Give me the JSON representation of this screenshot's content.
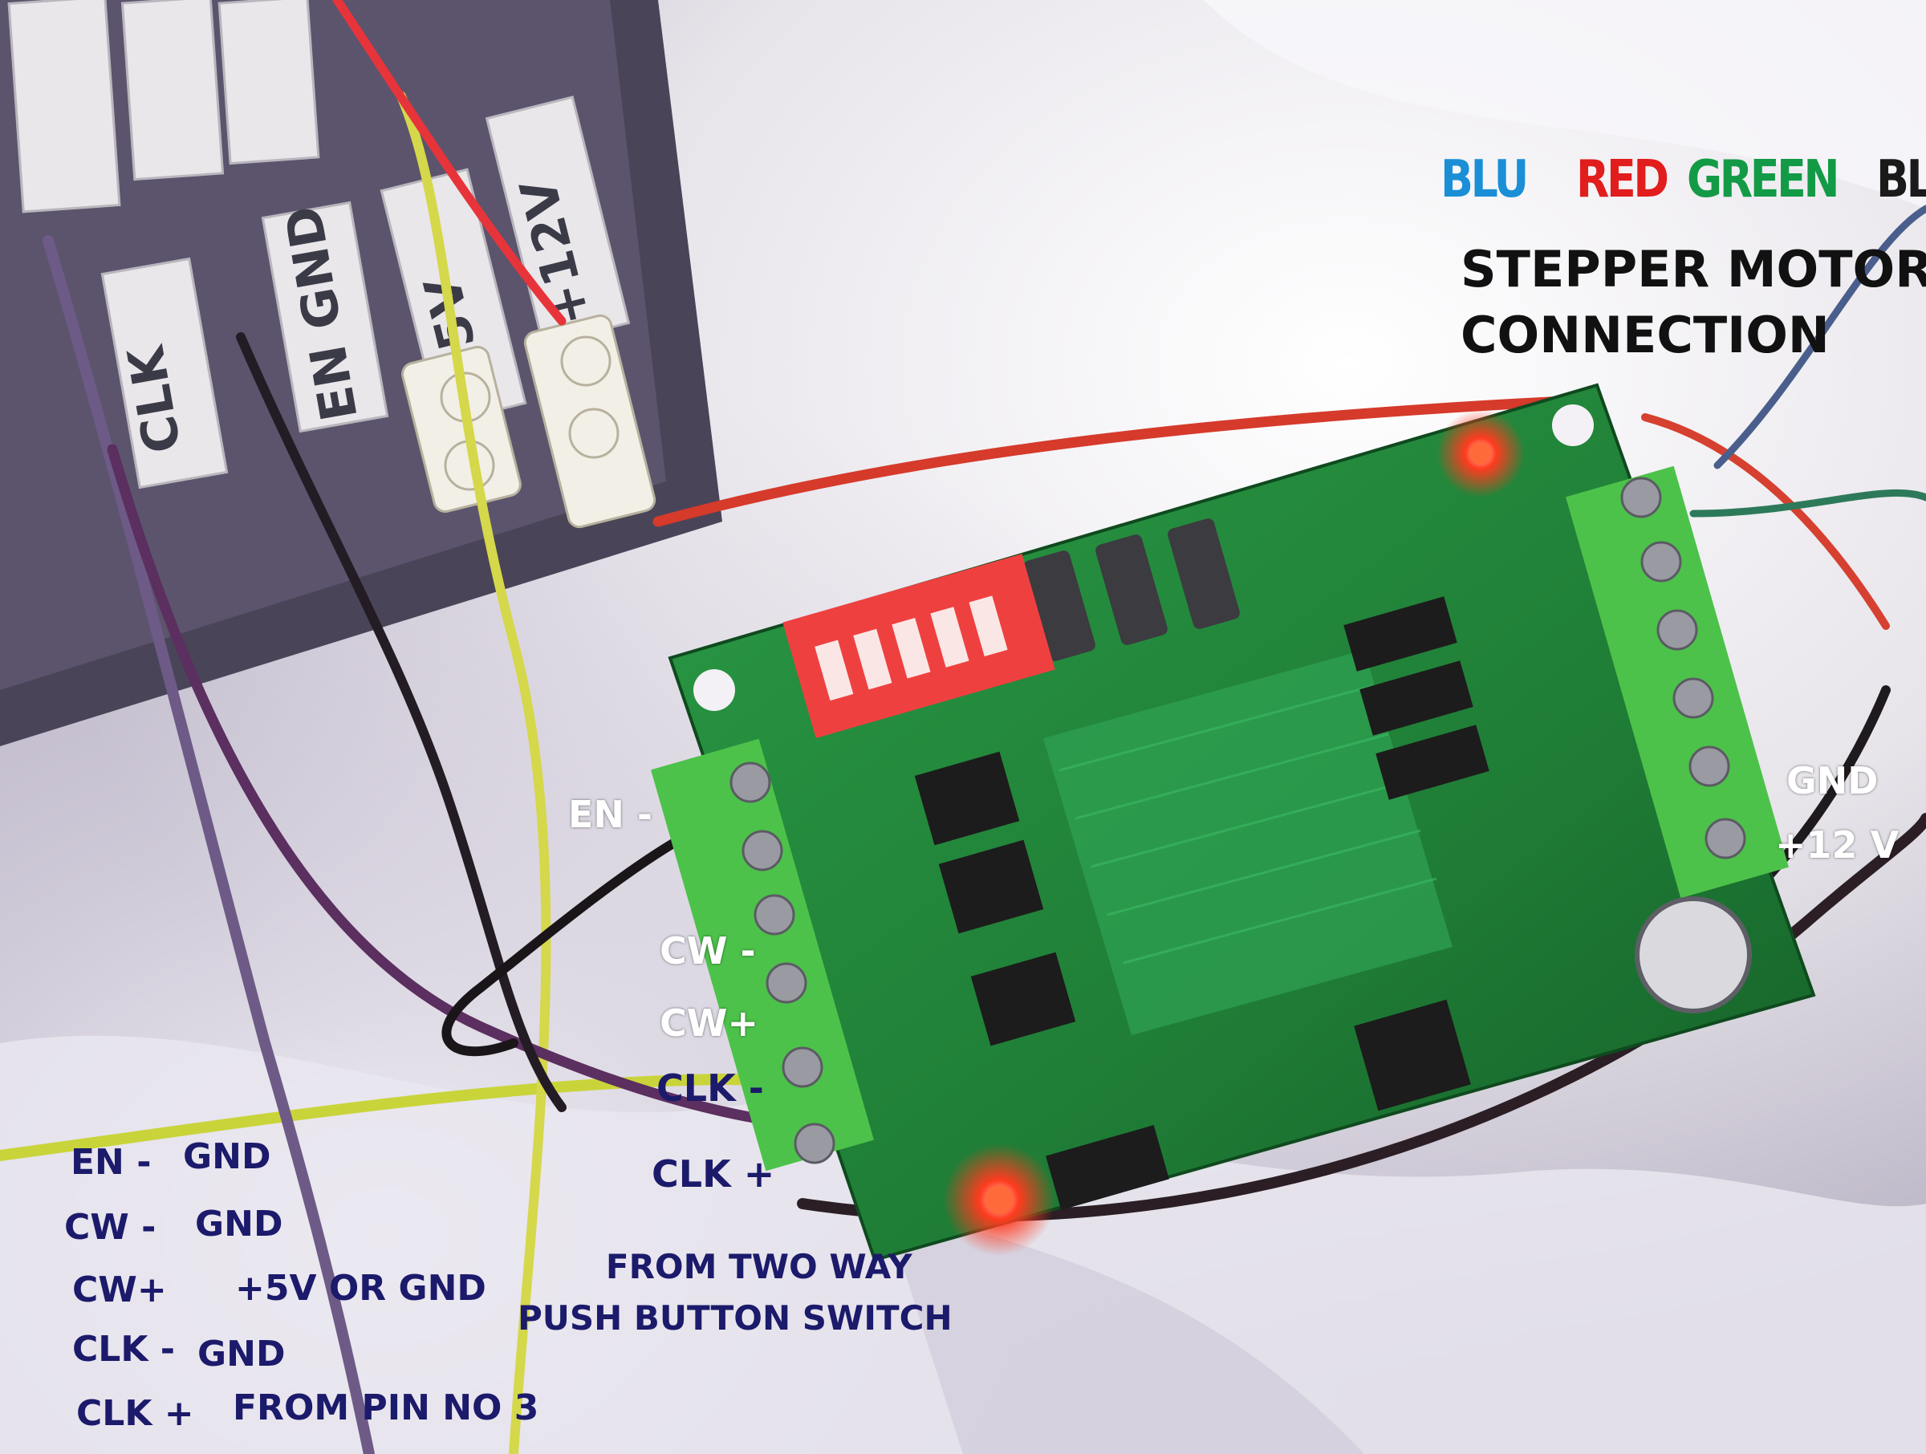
{
  "photo": {
    "terminal_block_tags": [
      "CLK",
      "EN GND",
      "+5V",
      "+12V"
    ]
  },
  "wire_colors": [
    {
      "label": "BLU",
      "color": "#1a8fd6"
    },
    {
      "label": "RED",
      "color": "#e11d1d"
    },
    {
      "label": "GREEN",
      "color": "#139a46"
    },
    {
      "label": "BLK",
      "color": "#1a1a1a"
    }
  ],
  "motor": {
    "line1": "STEPPER MOTOR",
    "line2": "CONNECTION"
  },
  "power": {
    "gnd": "GND",
    "v12": "+12 V"
  },
  "pins": {
    "en_minus": "EN -",
    "cw_minus": "CW -",
    "cw_plus": "CW+",
    "clk_minus": "CLK -",
    "clk_plus": "CLK +"
  },
  "legend": [
    {
      "pin": "EN -",
      "conn": "GND"
    },
    {
      "pin": "CW -",
      "conn": "GND"
    },
    {
      "pin": "CW+",
      "conn": "+5V OR GND"
    },
    {
      "pin": "CLK -",
      "conn": "GND"
    },
    {
      "pin": "CLK +",
      "conn": "FROM PIN NO 3"
    }
  ],
  "switch_note": {
    "line1": "FROM TWO WAY",
    "line2": "PUSH BUTTON SWITCH"
  },
  "colors": {
    "board": "#1f8a3a",
    "terminal": "#4cc24a",
    "dip_switch": "#ef4040",
    "label_navy": "#1b1a6b"
  }
}
